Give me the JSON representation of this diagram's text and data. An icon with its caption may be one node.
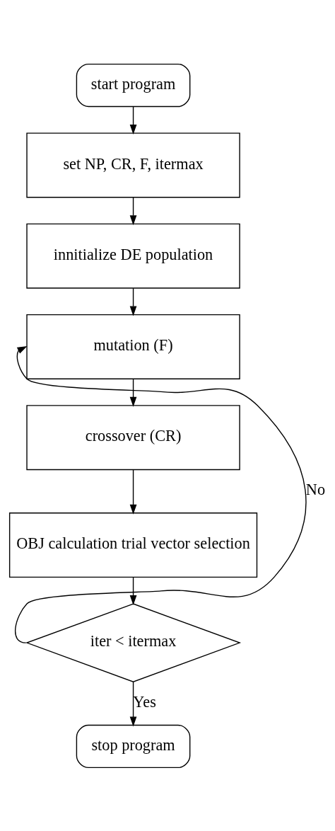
{
  "diagram": {
    "nodes": [
      {
        "text": [
          "start program"
        ]
      },
      {
        "text": [
          "set NP, CR, F, itermax"
        ]
      },
      {
        "text": [
          "innitialize DE population"
        ]
      },
      {
        "text": [
          "mutation (F)"
        ]
      },
      {
        "text": [
          "crossover (CR)"
        ]
      },
      {
        "text": [
          "OBJ calculation trial vector selection"
        ]
      },
      {
        "text": [
          "iter < itermax"
        ]
      },
      {
        "text": [
          "stop program"
        ]
      }
    ],
    "edges": [
      {
        "from": 0,
        "to": 1,
        "arrow": "to"
      },
      {
        "from": 1,
        "to": 2,
        "arrow": "to"
      },
      {
        "from": 2,
        "to": 3,
        "arrow": "to"
      },
      {
        "from": 3,
        "to": 4,
        "arrow": "to"
      },
      {
        "from": 4,
        "to": 5,
        "arrow": "to"
      },
      {
        "from": 5,
        "to": 6,
        "arrow": "to"
      },
      {
        "from": 6,
        "to": 3,
        "arrow": "to",
        "label": "No"
      },
      {
        "from": 6,
        "to": 7,
        "arrow": "to",
        "label": "Yes"
      }
    ]
  }
}
